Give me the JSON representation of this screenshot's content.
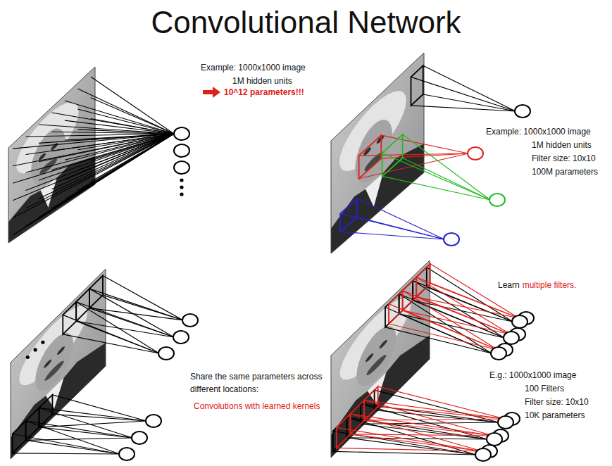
{
  "diagram": {
    "title": "Convolutional Network",
    "labels": [
      "Example: 1000x1000 image",
      "1M hidden units",
      "10^12 parameters!!!",
      "Example: 1000x1000 image",
      "1M hidden units",
      "Filter size: 10x10",
      "100M parameters",
      "Share the same parameters across different locations:",
      "Convolutions with learned kernels",
      "Learn",
      "multiple filters.",
      "E.g.: 1000x1000 image",
      "100 Filters",
      "Filter size: 10x10",
      "10K parameters"
    ]
  }
}
